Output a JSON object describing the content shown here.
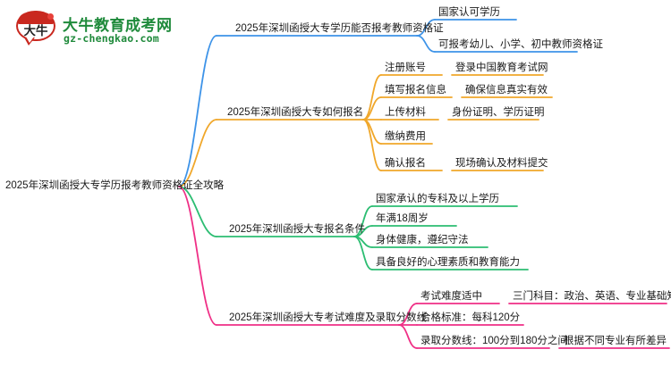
{
  "logo": {
    "mark_text": "大牛",
    "title": "大牛教育成考网",
    "subtitle": "gz-chengkao.com",
    "brand_green": "#1f8a3b",
    "brand_red": "#c9281f"
  },
  "mindmap": {
    "root": "2025年深圳函授大专学历报考教师资格证全攻略",
    "colors": {
      "branch1": "#3d93e8",
      "branch2": "#f0a72a",
      "branch3": "#2cbd72",
      "branch4": "#ef2f86"
    },
    "branches": [
      {
        "label": "2025年深圳函授大专学历能否报考教师资格证",
        "color": "#3d93e8",
        "children": [
          {
            "label": "国家认可学历",
            "children": []
          },
          {
            "label": "可报考幼儿、小学、初中教师资格证",
            "children": []
          }
        ]
      },
      {
        "label": "2025年深圳函授大专如何报名",
        "color": "#f0a72a",
        "children": [
          {
            "label": "注册账号",
            "children": [
              {
                "label": "登录中国教育考试网"
              }
            ]
          },
          {
            "label": "填写报名信息",
            "children": [
              {
                "label": "确保信息真实有效"
              }
            ]
          },
          {
            "label": "上传材料",
            "children": [
              {
                "label": "身份证明、学历证明"
              }
            ]
          },
          {
            "label": "缴纳费用",
            "children": []
          },
          {
            "label": "确认报名",
            "children": [
              {
                "label": "现场确认及材料提交"
              }
            ]
          }
        ]
      },
      {
        "label": "2025年深圳函授大专报名条件",
        "color": "#2cbd72",
        "children": [
          {
            "label": "国家承认的专科及以上学历",
            "children": []
          },
          {
            "label": "年满18周岁",
            "children": []
          },
          {
            "label": "身体健康，遵纪守法",
            "children": []
          },
          {
            "label": "具备良好的心理素质和教育能力",
            "children": []
          }
        ]
      },
      {
        "label": "2025年深圳函授大专考试难度及录取分数线",
        "color": "#ef2f86",
        "children": [
          {
            "label": "考试难度适中",
            "children": [
              {
                "label": "三门科目：政治、英语、专业基础知识"
              }
            ]
          },
          {
            "label": "合格标准：每科120分",
            "children": []
          },
          {
            "label": "录取分数线：100分到180分之间",
            "children": [
              {
                "label": "根据不同专业有所差异"
              }
            ]
          }
        ]
      }
    ]
  }
}
